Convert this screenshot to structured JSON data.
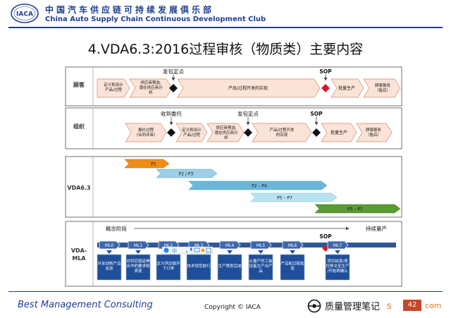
{
  "header": {
    "logo_text": "IACA",
    "title_cn": "中国汽车供应链可持续发展俱乐部",
    "title_en": "China Auto Supply Chain Continuous Development Club"
  },
  "slide_title": "4.VDA6.3:2016过程审核（物质类）主要内容",
  "customer_row": {
    "label": "顾客",
    "milestone_award": "发包定点",
    "milestone_sop": "SOP",
    "steps": [
      "定义和设计产品/过程",
      "供应商预选，潜在供应商分析",
      "产品/过程开发的实现",
      "批量生产",
      "顾客服务（售后）"
    ]
  },
  "org_row": {
    "label": "组织",
    "milestone_order": "收到委托",
    "milestone_award": "发包定点",
    "milestone_sop": "SOP",
    "steps": [
      "报价过程（合同评审）",
      "定义和设计产品/过程",
      "供应商预选，潜在供应商分析",
      "产品/过程开发的实现",
      "批量生产",
      "顾客服务（售后）"
    ]
  },
  "vda63_row": {
    "label": "VDA6.3",
    "bars": [
      "P1",
      "P2 / P3",
      "P2 – P4",
      "P5 – P7",
      "P5 – P7"
    ],
    "colors": {
      "p1": "#f08c14",
      "p23": "#9ecfe6",
      "p24": "#6bb7dc",
      "p57": "#b9e3f1",
      "p57b": "#5a9a32"
    }
  },
  "vdamla_row": {
    "label_line1": "VDA-",
    "label_line2": "MLA",
    "phase_concept": "概念阶段",
    "phase_series": "持续量产",
    "milestone_sop": "SOP",
    "milestones": [
      "ML0",
      "ML1",
      "ML2",
      "ML3",
      "ML4",
      "ML5",
      "ML6",
      "ML7"
    ],
    "descriptions": [
      "开发创新产品发放",
      "对供应链延伸合作的要求和表现",
      "定义供应链并下订单",
      "技术规范放行",
      "生产策划完成",
      "从量产的工装设备生产出产品",
      "产品和过程批准",
      "项目结束/责任移交至生产/开始再确认"
    ],
    "toolbar_icons": [
      "logo-s-icon",
      "chinese-input-icon",
      "moon-icon",
      "punctuation-icon",
      "microphone-icon",
      "keyboard-icon",
      "skin-icon",
      "grid-icon"
    ],
    "toolbar_label": "中"
  },
  "footer": {
    "left": "Best Management Consulting",
    "center": "Copyright © IACA",
    "wechat_text": "质量管理笔记",
    "page_fragment": "42",
    "partial_url": "s",
    "partial_suffix": "com"
  },
  "colors": {
    "brand": "#1f3f8f",
    "sop": "#d7192a",
    "step_fill": "#fbe3d8",
    "step_border": "#c98b72",
    "mla_bar": "#2e5797",
    "mla_box": "#1f4e9a"
  }
}
